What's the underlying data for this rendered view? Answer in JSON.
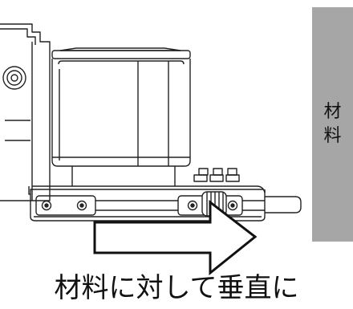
{
  "material_label": [
    "材",
    "料"
  ],
  "caption": "材料に対して垂直に",
  "colors": {
    "material": "#a6a6a6",
    "line": "#222222",
    "background": "#ffffff"
  },
  "icons": [
    "tool-body-drawing",
    "thumb-screw-icon",
    "right-arrow-icon"
  ]
}
